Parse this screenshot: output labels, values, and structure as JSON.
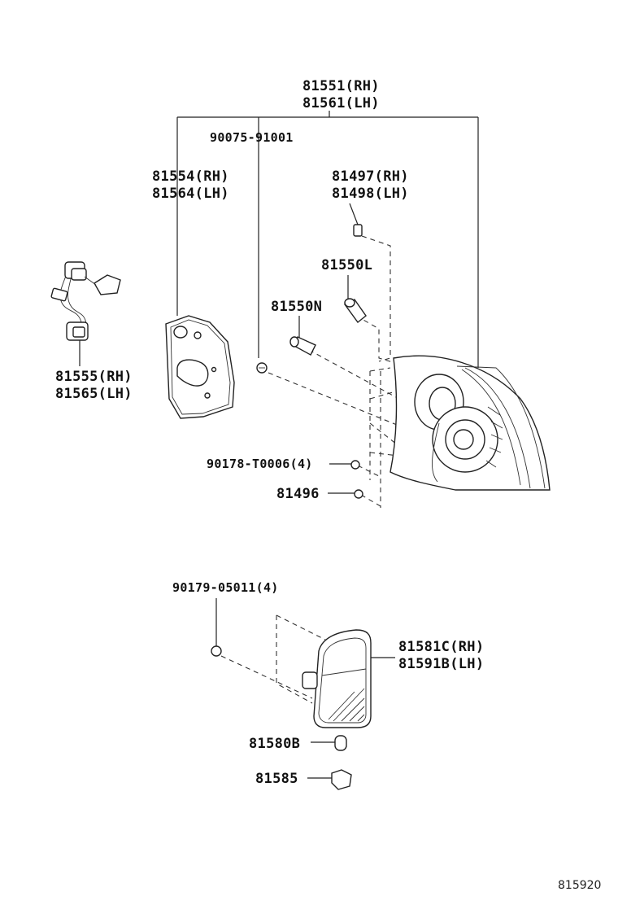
{
  "labels": {
    "lamp_assy_rh": "81551(RH)",
    "lamp_assy_lh": "81561(LH)",
    "screw_90075": "90075-91001",
    "gasket_rh": "81554(RH)",
    "gasket_lh": "81564(LH)",
    "socket_rh": "81497(RH)",
    "socket_lh": "81498(LH)",
    "bulb_81550l": "81550L",
    "bulb_81550n": "81550N",
    "wire_rh": "81555(RH)",
    "wire_lh": "81565(LH)",
    "nut_90178": "90178-T0006(4)",
    "nut_81496": "81496",
    "nut_90179": "90179-05011(4)",
    "reflex_rh": "81581C(RH)",
    "reflex_lh": "81591B(LH)",
    "bulb_81580b": "81580B",
    "socket_81585": "81585",
    "diagram_code": "815920"
  }
}
